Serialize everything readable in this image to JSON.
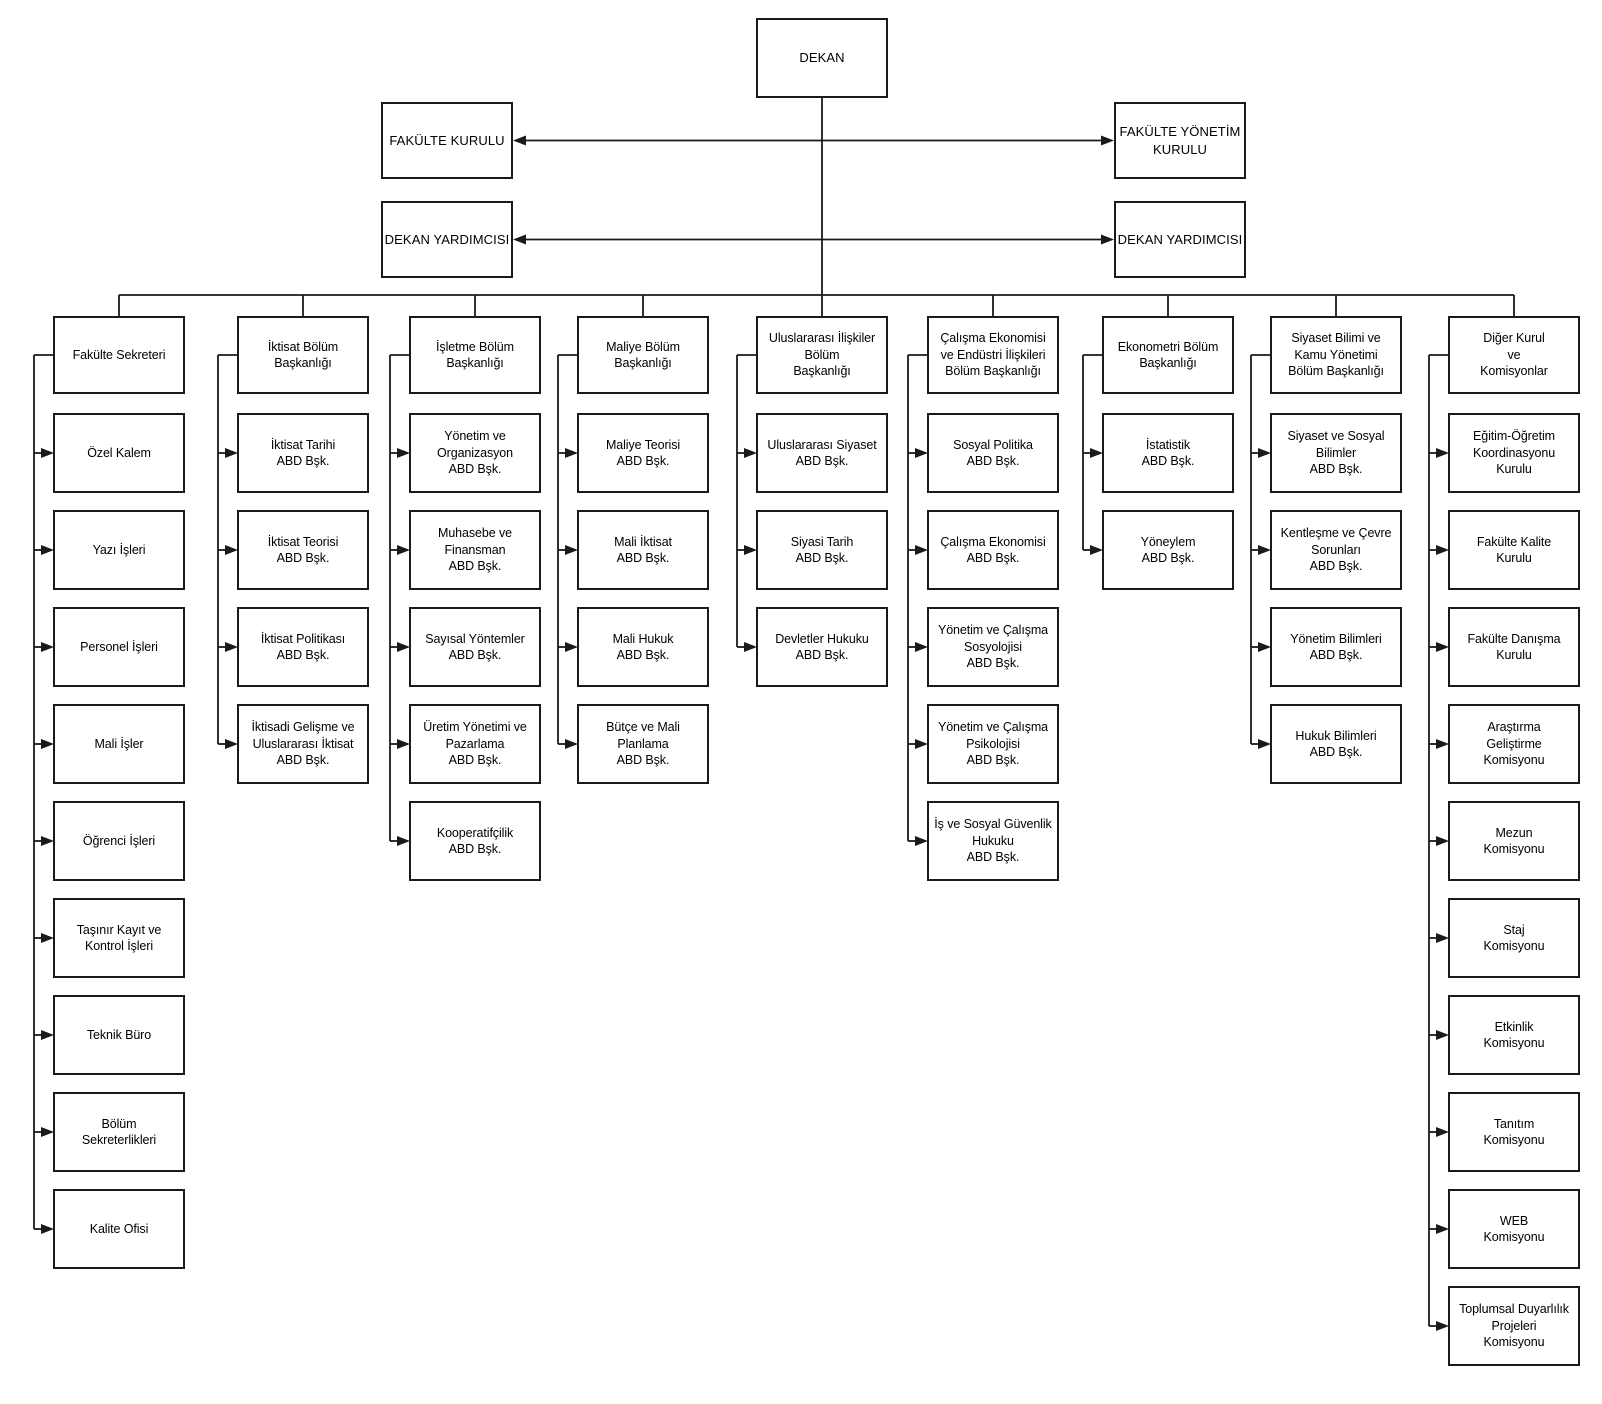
{
  "top": {
    "dekan": "DEKAN",
    "fakulte_kurulu": "FAKÜLTE KURULU",
    "fakulte_yonetim_kurulu": "FAKÜLTE YÖNETİM\nKURULU",
    "dekan_yardimcisi_left": "DEKAN YARDIMCISI",
    "dekan_yardimcisi_right": "DEKAN YARDIMCISI"
  },
  "columns": [
    {
      "header": "Fakülte Sekreteri",
      "children": [
        "Özel Kalem",
        "Yazı İşleri",
        "Personel İşleri",
        "Mali İşler",
        "Öğrenci İşleri",
        "Taşınır Kayıt ve\nKontrol İşleri",
        "Teknik Büro",
        "Bölüm\nSekreterlikleri",
        "Kalite Ofisi"
      ]
    },
    {
      "header": "İktisat Bölüm\nBaşkanlığı",
      "children": [
        "İktisat Tarihi\nABD Bşk.",
        "İktisat Teorisi\nABD Bşk.",
        "İktisat Politikası\nABD Bşk.",
        "İktisadi Gelişme ve\nUluslararası İktisat\nABD Bşk."
      ]
    },
    {
      "header": "İşletme Bölüm\nBaşkanlığı",
      "children": [
        "Yönetim ve\nOrganizasyon\nABD Bşk.",
        "Muhasebe ve\nFinansman\nABD Bşk.",
        "Sayısal Yöntemler\nABD Bşk.",
        "Üretim Yönetimi ve\nPazarlama\nABD Bşk.",
        "Kooperatifçilik\nABD Bşk."
      ]
    },
    {
      "header": "Maliye Bölüm\nBaşkanlığı",
      "children": [
        "Maliye Teorisi\nABD Bşk.",
        "Mali İktisat\nABD Bşk.",
        "Mali Hukuk\nABD Bşk.",
        "Bütçe ve Mali\nPlanlama\nABD Bşk."
      ]
    },
    {
      "header": "Uluslararası İlişkiler\nBölüm\nBaşkanlığı",
      "children": [
        "Uluslararası Siyaset\nABD Bşk.",
        "Siyasi Tarih\nABD Bşk.",
        "Devletler Hukuku\nABD Bşk."
      ]
    },
    {
      "header": "Çalışma Ekonomisi\nve Endüstri İlişkileri\nBölüm Başkanlığı",
      "children": [
        "Sosyal Politika\nABD Bşk.",
        "Çalışma Ekonomisi\nABD Bşk.",
        "Yönetim ve Çalışma\nSosyolojisi\nABD Bşk.",
        "Yönetim ve Çalışma\nPsikolojisi\nABD Bşk.",
        "İş ve Sosyal Güvenlik\nHukuku\nABD Bşk."
      ]
    },
    {
      "header": "Ekonometri Bölüm\nBaşkanlığı",
      "children": [
        "İstatistik\nABD Bşk.",
        "Yöneylem\nABD Bşk."
      ]
    },
    {
      "header": "Siyaset Bilimi ve\nKamu Yönetimi\nBölüm Başkanlığı",
      "children": [
        "Siyaset ve Sosyal\nBilimler\nABD Bşk.",
        "Kentleşme ve Çevre\nSorunları\nABD Bşk.",
        "Yönetim Bilimleri\nABD Bşk.",
        "Hukuk Bilimleri\nABD Bşk."
      ]
    },
    {
      "header": "Diğer Kurul\nve\nKomisyonlar",
      "children": [
        "Eğitim-Öğretim\nKoordinasyonu\nKurulu",
        "Fakülte Kalite\nKurulu",
        "Fakülte Danışma\nKurulu",
        "Araştırma\nGeliştirme\nKomisyonu",
        "Mezun\nKomisyonu",
        "Staj\nKomisyonu",
        "Etkinlik\nKomisyonu",
        "Tanıtım\nKomisyonu",
        "WEB\nKomisyonu",
        "Toplumsal Duyarlılık\nProjeleri\nKomisyonu"
      ]
    }
  ],
  "colors": {
    "line": "#1a1a1a",
    "box_border": "#1a1a1a",
    "box_bg": "#ffffff",
    "text": "#000000",
    "background": "#ffffff"
  }
}
